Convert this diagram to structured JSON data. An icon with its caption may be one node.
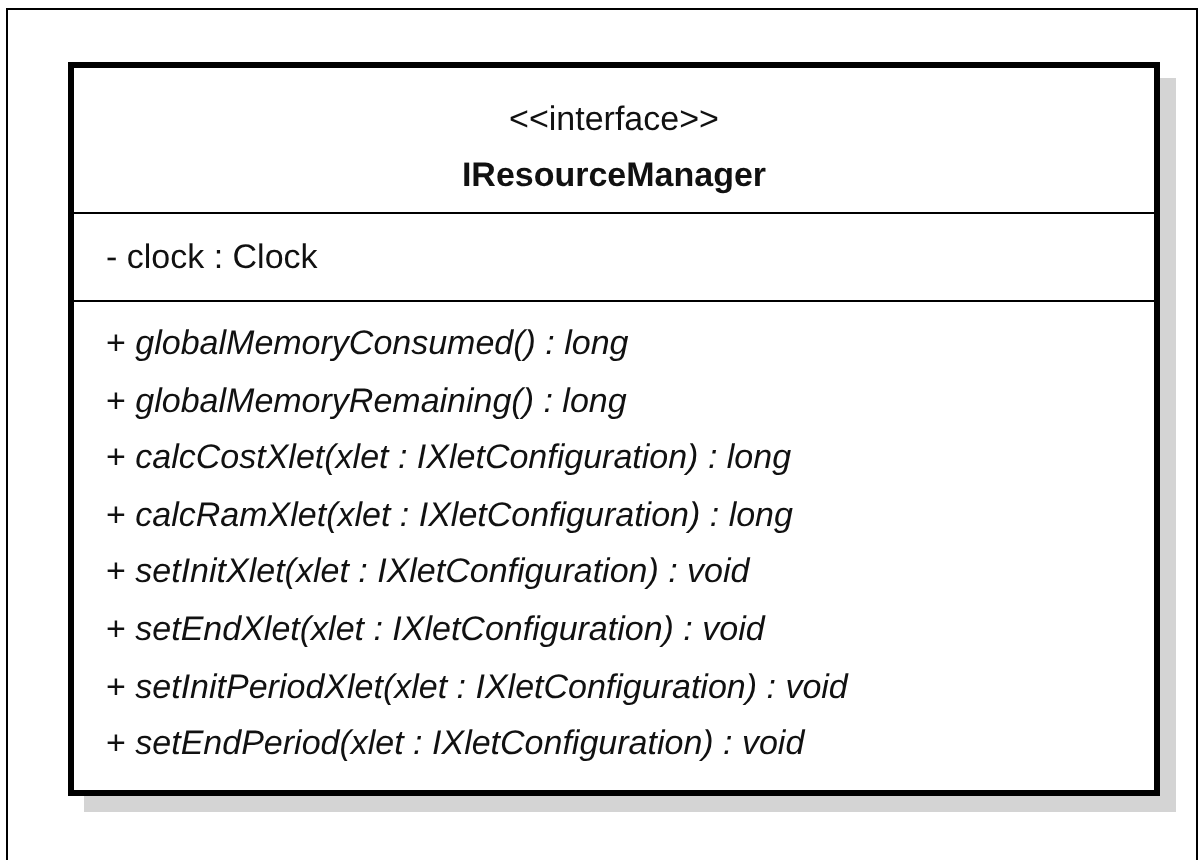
{
  "diagram": {
    "nodes": [
      {
        "text": [
          "<<interface>>",
          "IResourceManager",
          "- clock : Clock",
          "+ *globalMemoryConsumed() : long*",
          "+ *globalMemoryRemaining() : long*",
          "+ *calcCostXlet(xlet : IXletConfiguration) : long*",
          "+ *calcRamXlet(xlet : IXletConfiguration) : long*",
          "+ *setInitXlet(xlet : IXletConfiguration) : void*",
          "+ *setEndXlet(xlet : IXletConfiguration) : void*",
          "+ *setInitPeriodXlet(xlet : IXletConfiguration) : void*",
          "+ *setEndPeriod(xlet : IXletConfiguration) : void*"
        ]
      }
    ]
  }
}
